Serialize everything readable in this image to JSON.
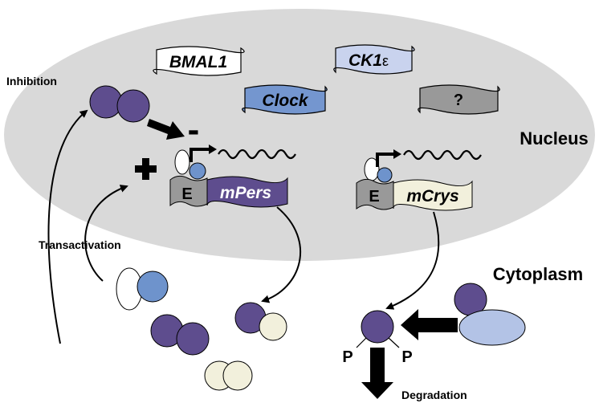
{
  "labels": {
    "nucleus": "Nucleus",
    "cytoplasm": "Cytoplasm",
    "inhibition": "Inhibition",
    "transactivation": "Transactivation",
    "degradation": "Degradation",
    "e_box_1": "E",
    "e_box_2": "E",
    "p_left": "P",
    "p_right": "P",
    "plus": "+",
    "minus": "-"
  },
  "genes": {
    "bmal1": "BMAL1",
    "ck1": "CK1",
    "ck1_suffix": "ε",
    "clock": "Clock",
    "unknown": "?",
    "mpers": "mPers",
    "mcrys": "mCrys"
  },
  "colors": {
    "nucleus_fill": "#d9d9d9",
    "purple": "#5e4d8e",
    "blue": "#6e93cc",
    "cream": "#f2f0dc",
    "light_blue": "#b3c3e6",
    "clock_blue": "#7496cf",
    "gray_box": "#999999",
    "ck1_box": "#c9d3ee"
  }
}
